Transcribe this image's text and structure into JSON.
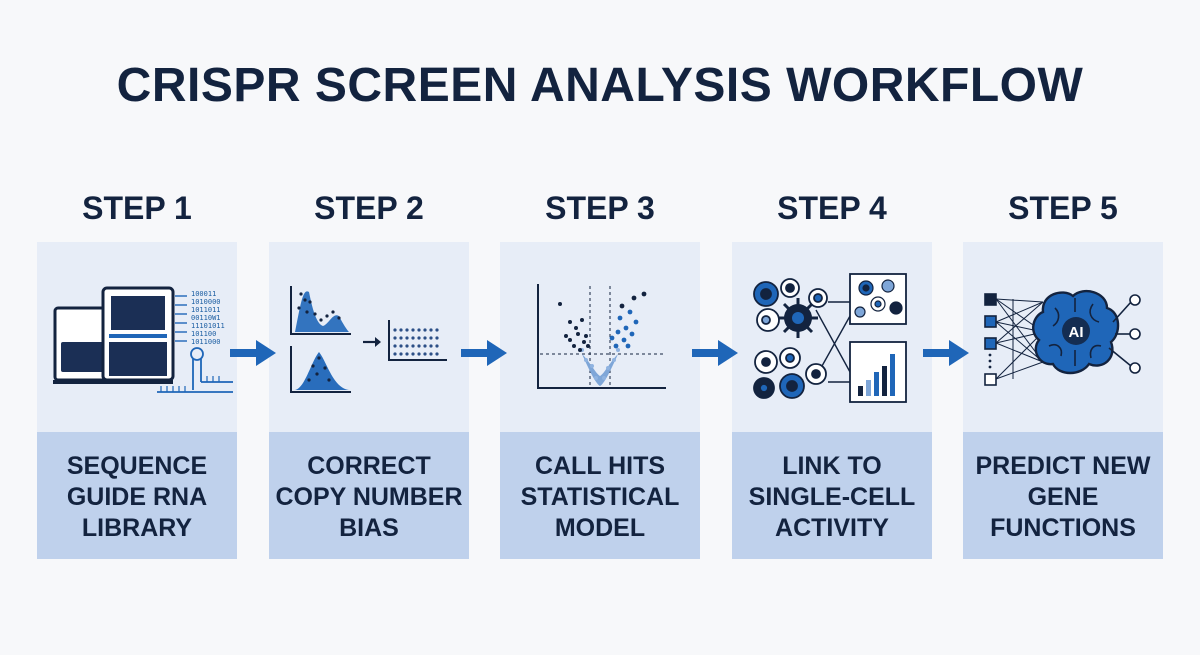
{
  "title": "CRISPR SCREEN ANALYSIS WORKFLOW",
  "colors": {
    "navy": "#13233f",
    "blue": "#1f66b8",
    "panel": "#e7edf7",
    "caption": "#bfd1ec"
  },
  "steps": [
    {
      "label": "STEP 1",
      "caption_lines": [
        "SEQUENCE",
        "GUIDE RNA",
        "LIBRARY"
      ],
      "icon": "sequencer-icon",
      "bits": [
        "100011",
        "1010000",
        "1011011",
        "00110W1",
        "11101011",
        "101100",
        "1011000"
      ]
    },
    {
      "label": "STEP 2",
      "caption_lines": [
        "CORRECT",
        "COPY NUMBER",
        "BIAS"
      ],
      "icon": "distribution-correction-icon"
    },
    {
      "label": "STEP 3",
      "caption_lines": [
        "CALL HITS",
        "STATISTICAL",
        "MODEL"
      ],
      "icon": "volcano-plot-icon"
    },
    {
      "label": "STEP 4",
      "caption_lines": [
        "LINK TO",
        "SINGLE-CELL",
        "ACTIVITY"
      ],
      "icon": "cell-link-icon"
    },
    {
      "label": "STEP 5",
      "caption_lines": [
        "PREDICT NEW",
        "GENE",
        "FUNCTIONS"
      ],
      "icon": "ai-brain-icon",
      "brain_label": "AI"
    }
  ]
}
